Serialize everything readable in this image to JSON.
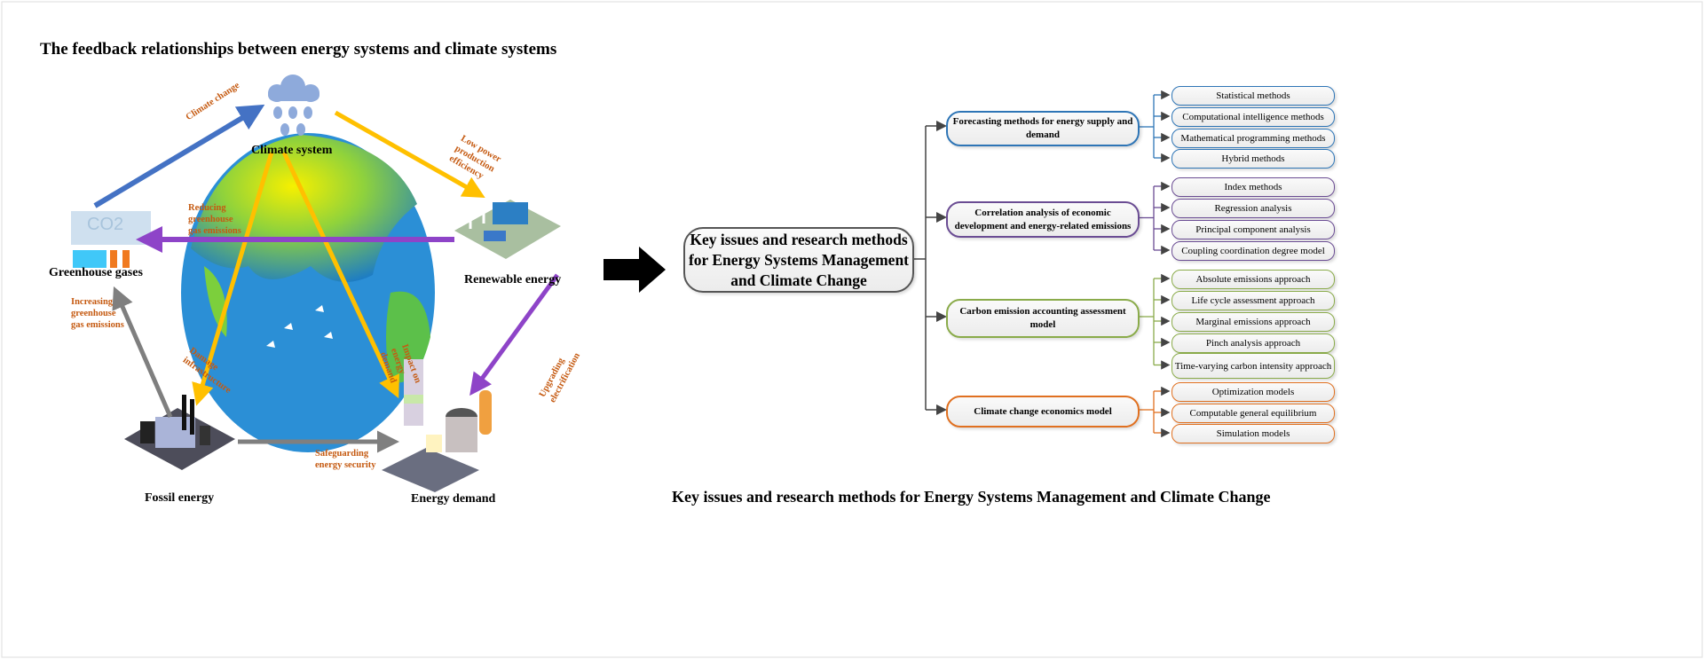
{
  "left_panel": {
    "title": "The feedback relationships between energy systems and climate systems",
    "nodes": {
      "climate_system": "Climate system",
      "greenhouse_gases": "Greenhouse gases",
      "renewable_energy": "Renewable energy",
      "fossil_energy": "Fossil energy",
      "energy_demand": "Energy demand"
    },
    "co2_icon_text": "CO2",
    "arrow_labels": {
      "climate_change": "Climate change",
      "low_power": [
        "Low power",
        "production",
        "efficiency"
      ],
      "reducing": [
        "Reducing",
        "greenhouse",
        "gas emissions"
      ],
      "increasing": [
        "Increasing",
        "greenhouse",
        "gas emissions"
      ],
      "damage": [
        "Damage",
        "infrastructure"
      ],
      "impact": [
        "Impact on",
        "energy",
        "demand"
      ],
      "upgrading": [
        "Upgrading",
        "electrification"
      ],
      "safeguarding": [
        "Safeguarding",
        "energy security"
      ]
    },
    "colors": {
      "blue": "#4472c4",
      "yellow": "#ffc000",
      "purple": "#8e44c8",
      "gray": "#7f7f7f",
      "label": "#c55a11"
    }
  },
  "right_panel": {
    "central": "Key issues and research methods for Energy Systems Management and Climate Change",
    "caption": "Key issues and research methods for Energy Systems Management and Climate Change",
    "branches": [
      {
        "label": "Forecasting methods for energy supply and demand",
        "color": "#2e75b6",
        "items": [
          "Statistical methods",
          "Computational intelligence methods",
          "Mathematical programming methods",
          "Hybrid methods"
        ]
      },
      {
        "label": "Correlation analysis of economic development and energy-related emissions",
        "color": "#6a4c93",
        "items": [
          "Index methods",
          "Regression analysis",
          "Principal component analysis",
          "Coupling coordination degree model"
        ]
      },
      {
        "label": "Carbon emission accounting assessment model",
        "color": "#8aab4a",
        "items": [
          "Absolute emissions approach",
          "Life cycle assessment approach",
          "Marginal emissions approach",
          "Pinch analysis approach",
          "Time-varying carbon intensity approach"
        ]
      },
      {
        "label": "Climate change economics model",
        "color": "#e07020",
        "items": [
          "Optimization models",
          "Computable general equilibrium",
          "Simulation models"
        ]
      }
    ]
  }
}
